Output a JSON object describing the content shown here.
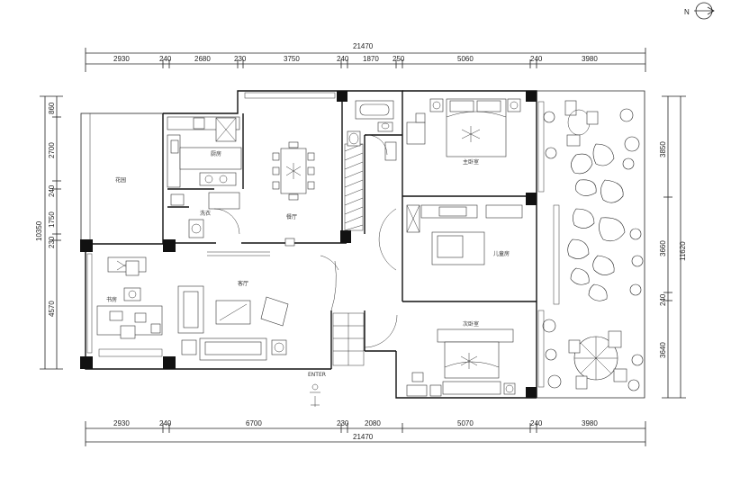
{
  "north": "N",
  "dims": {
    "top_total": "21470",
    "top": [
      "2930",
      "240",
      "2680",
      "230",
      "3750",
      "240",
      "1870",
      "250",
      "5060",
      "240",
      "3980"
    ],
    "bottom_total": "21470",
    "bottom": [
      "2930",
      "240",
      "6700",
      "230",
      "2080",
      "5070",
      "240",
      "3980"
    ],
    "left_total": "10350",
    "left": [
      "860",
      "2700",
      "240",
      "1750",
      "230",
      "4570"
    ],
    "right_total": "11620",
    "right": [
      "3850",
      "3660",
      "240",
      "3640"
    ]
  },
  "rooms": {
    "garden_left": "花园",
    "kitchen": "厨房",
    "dining": "餐厅",
    "laundry": "洗衣",
    "living": "客厅",
    "study": "书房",
    "master_bed": "主卧室",
    "kids_bed": "儿童房",
    "guest_bed": "次卧室",
    "entry": "ENTER"
  }
}
